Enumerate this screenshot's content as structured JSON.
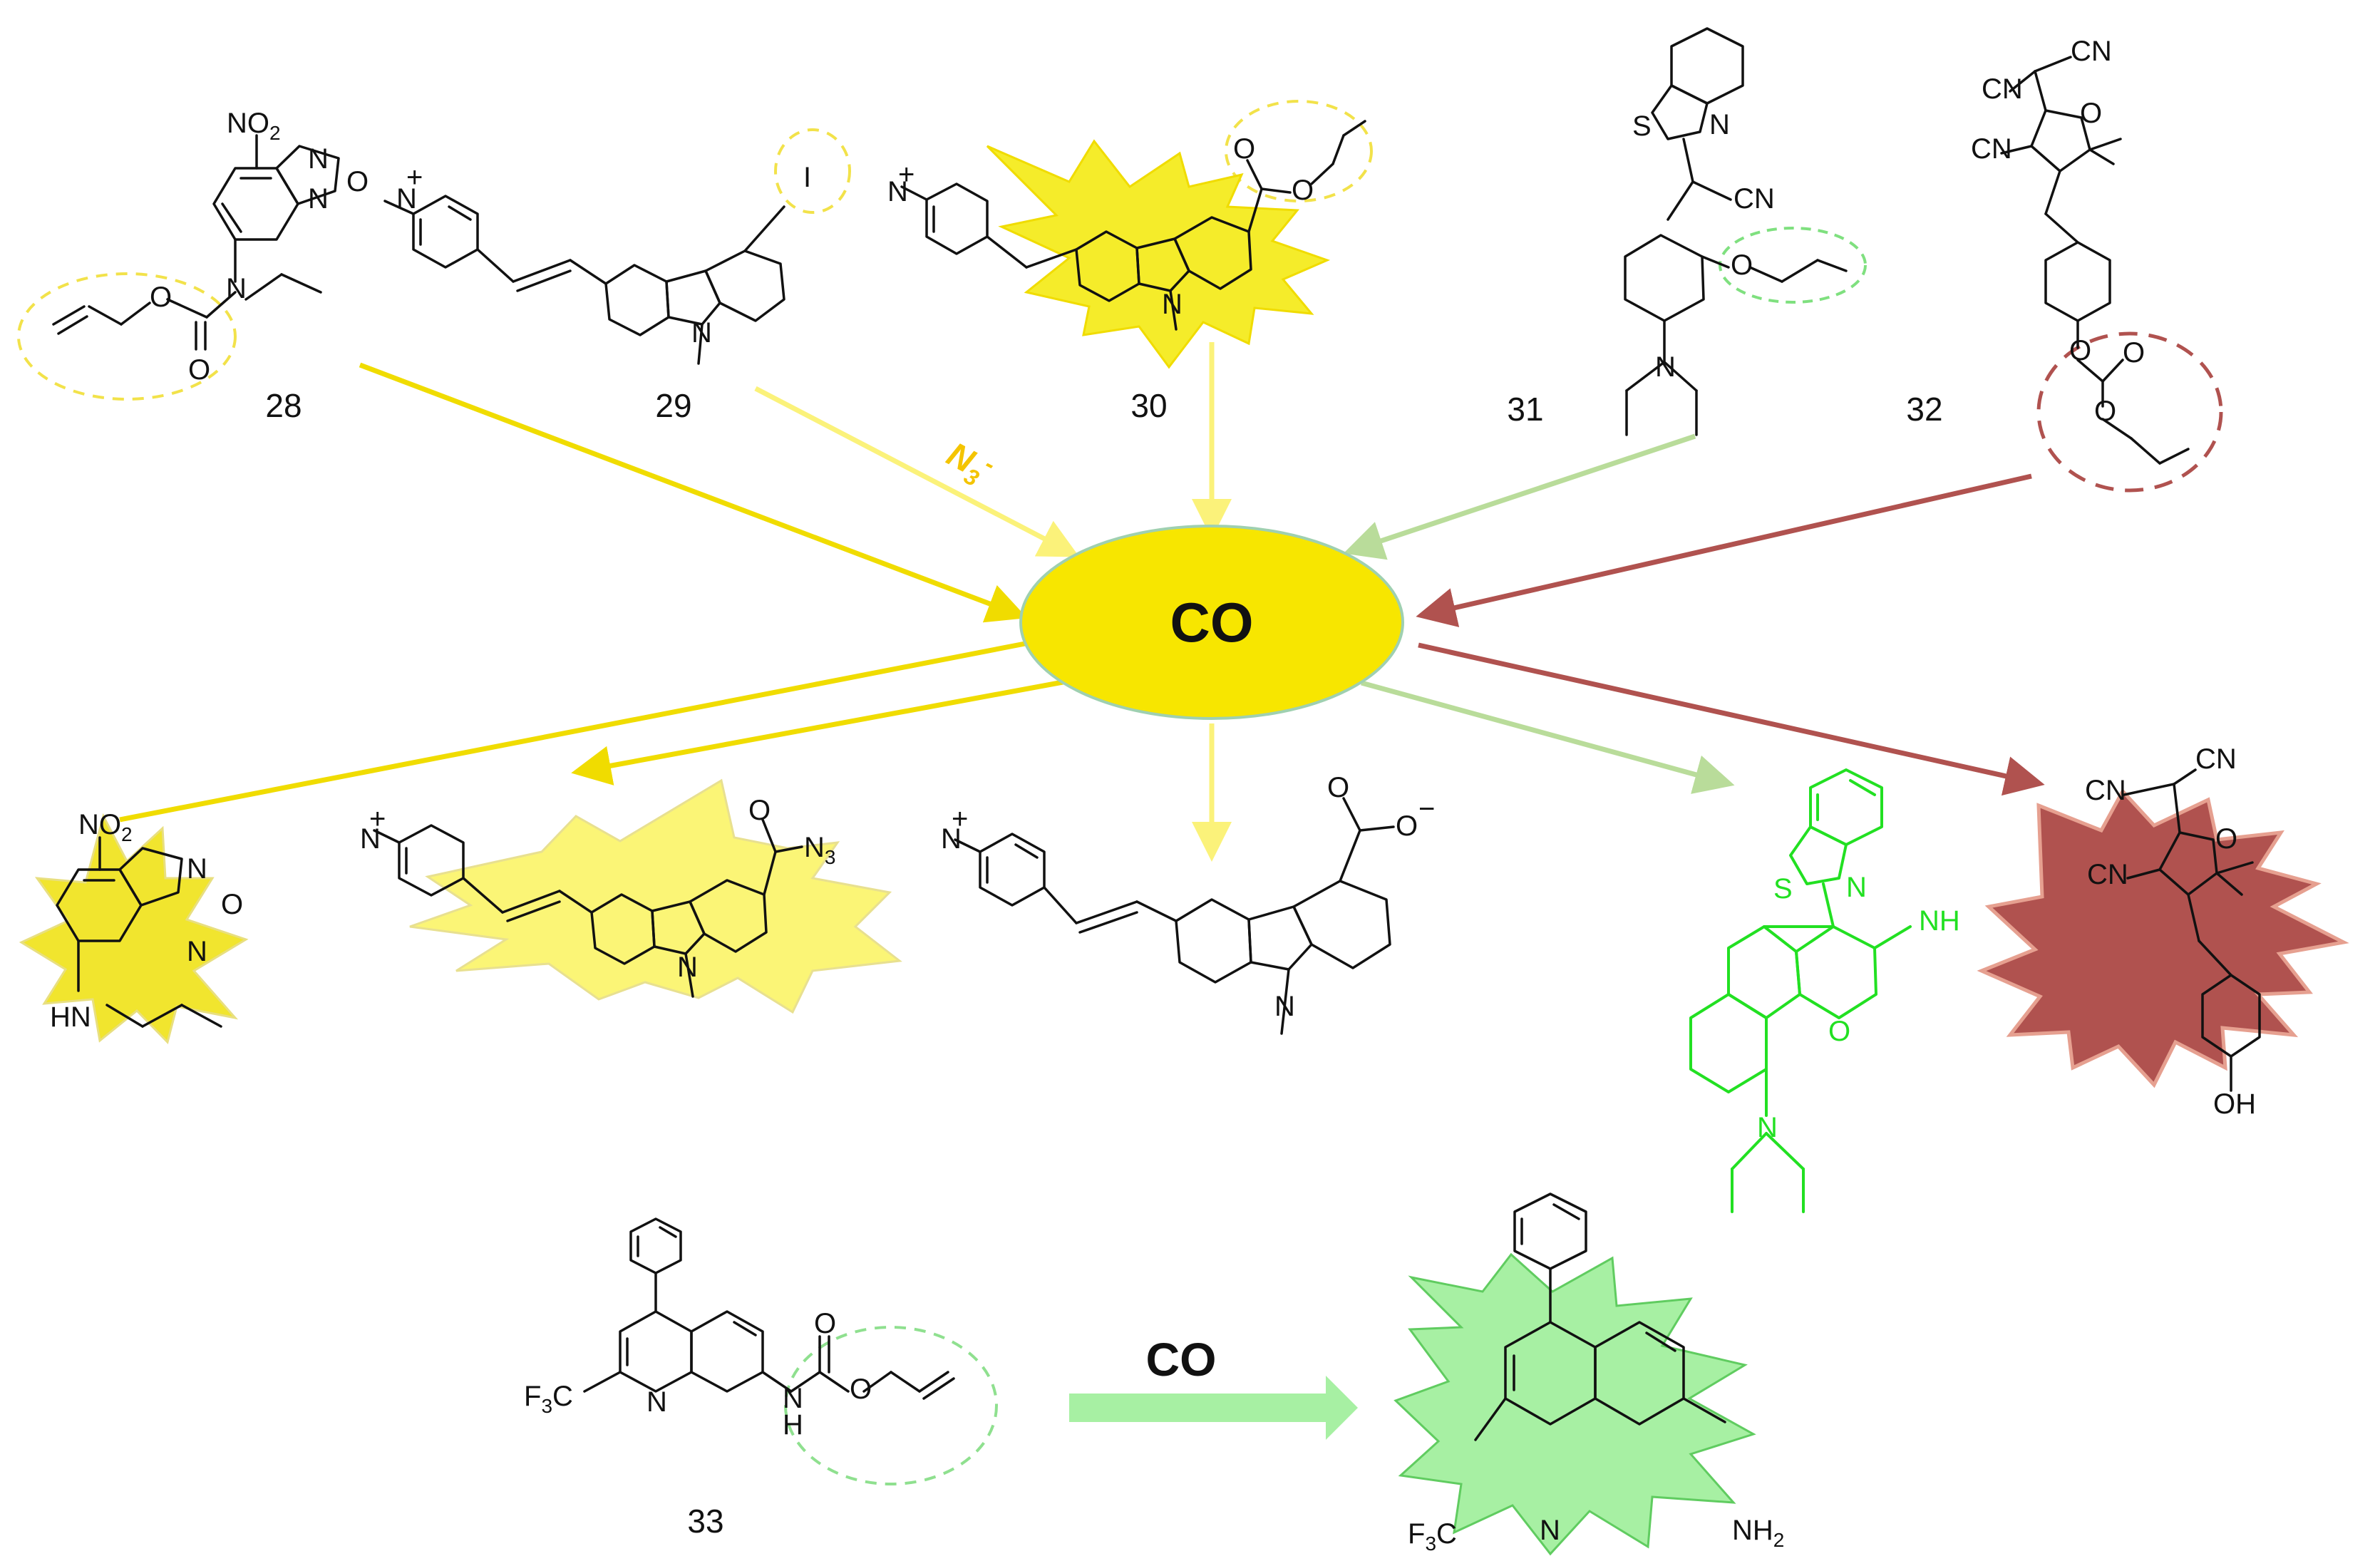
{
  "hub": {
    "label": "CO"
  },
  "reaction_label": "CO",
  "azide_label": "N",
  "azide_sub": "3",
  "azide_charge": "-",
  "compounds": [
    {
      "id": "28"
    },
    {
      "id": "29"
    },
    {
      "id": "30"
    },
    {
      "id": "31"
    },
    {
      "id": "32"
    },
    {
      "id": "33"
    }
  ],
  "atoms": {
    "no2": "NO",
    "no2_sub": "2",
    "n": "N",
    "o": "O",
    "s": "S",
    "i": "I",
    "cn": "CN",
    "hn": "HN",
    "h": "H",
    "nh": "NH",
    "oh": "OH",
    "n3": "N",
    "n3_sub": "3",
    "f3c": "F",
    "f3c_sub": "3",
    "f3c_c": "C",
    "nh2": "NH",
    "nh2_sub": "2",
    "plus": "+",
    "minus": "−"
  },
  "colors": {
    "yellow": "#f7e600",
    "pale_yellow": "#fbf27a",
    "light_green": "#b9dc9a",
    "dark_red": "#b0524f",
    "bright_green": "#22e022",
    "mint": "#a7f0a3"
  }
}
